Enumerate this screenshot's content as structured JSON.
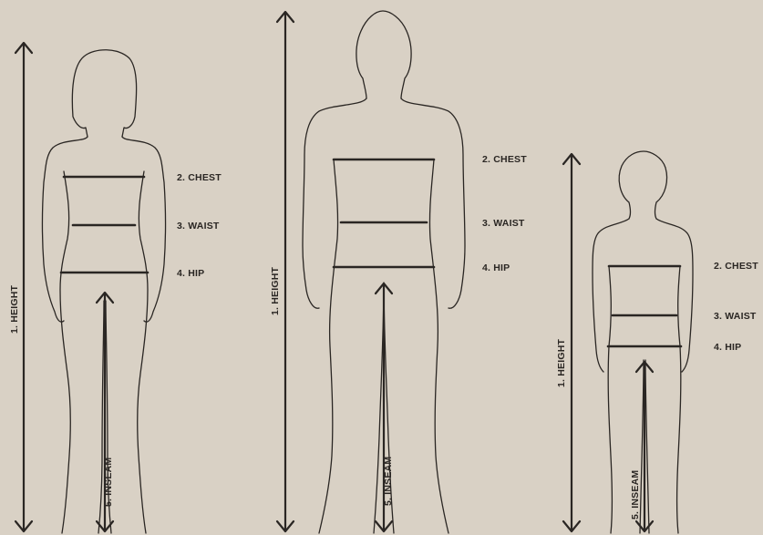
{
  "colors": {
    "background": "#d9d1c5",
    "ink": "#2a2623"
  },
  "figures": {
    "woman": {
      "height_label": "1. HEIGHT",
      "chest_label": "2. CHEST",
      "waist_label": "3. WAIST",
      "hip_label": "4. HIP",
      "inseam_label": "5. INSEAM"
    },
    "man": {
      "height_label": "1. HEIGHT",
      "chest_label": "2. CHEST",
      "waist_label": "3. WAIST",
      "hip_label": "4. HIP",
      "inseam_label": "5. INSEAM"
    },
    "child": {
      "height_label": "1. HEIGHT",
      "chest_label": "2. CHEST",
      "waist_label": "3. WAIST",
      "hip_label": "4. HIP",
      "inseam_label": "5. INSEAM"
    }
  }
}
